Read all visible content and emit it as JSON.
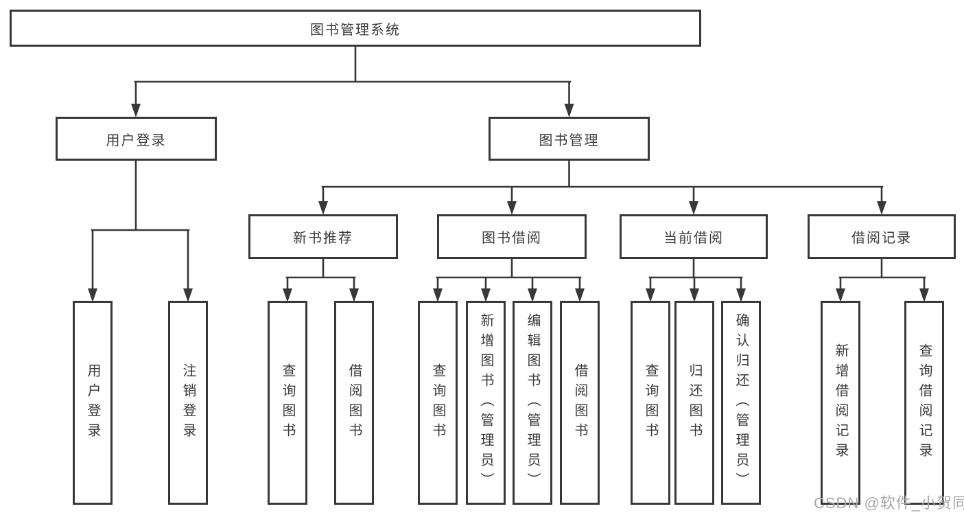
{
  "diagram": {
    "root": "图书管理系统",
    "level2": [
      "用户登录",
      "图书管理"
    ],
    "level3": [
      "新书推荐",
      "图书借阅",
      "当前借阅",
      "借阅记录"
    ],
    "leaves_user_login": [
      "用户登录",
      "注销登录"
    ],
    "leaves_new_book": [
      "查询图书",
      "借阅图书"
    ],
    "leaves_book_borrow": [
      "查询图书",
      "新增图书（管理员）",
      "编辑图书（管理员）",
      "借阅图书"
    ],
    "leaves_current_borrow": [
      "查询图书",
      "归还图书",
      "确认归还（管理员）"
    ],
    "leaves_borrow_records": [
      "新增借阅记录",
      "查询借阅记录"
    ]
  },
  "watermark": "CSDN @软件_小贺同学",
  "colors": {
    "line": "#383838",
    "text": "#3a3a3a",
    "watermark": "#a9a9a9",
    "background": "#ffffff"
  }
}
